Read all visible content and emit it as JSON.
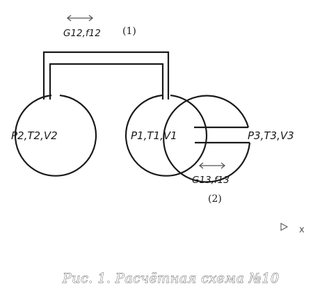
{
  "nodes": [
    {
      "id": "P2",
      "label": "P2,T2,V2"
    },
    {
      "id": "P1",
      "label": "P1,T1,V1"
    },
    {
      "id": "P3",
      "label": "P3,T3,V3"
    }
  ],
  "connections": [
    {
      "id": "c12",
      "flow_label": "G12,f12",
      "number_label": "(1)"
    },
    {
      "id": "c13",
      "flow_label": "G13,f13",
      "number_label": "(2)"
    }
  ],
  "axis_label": "x",
  "caption": "Рис. 1.  Расчётная схема №10"
}
